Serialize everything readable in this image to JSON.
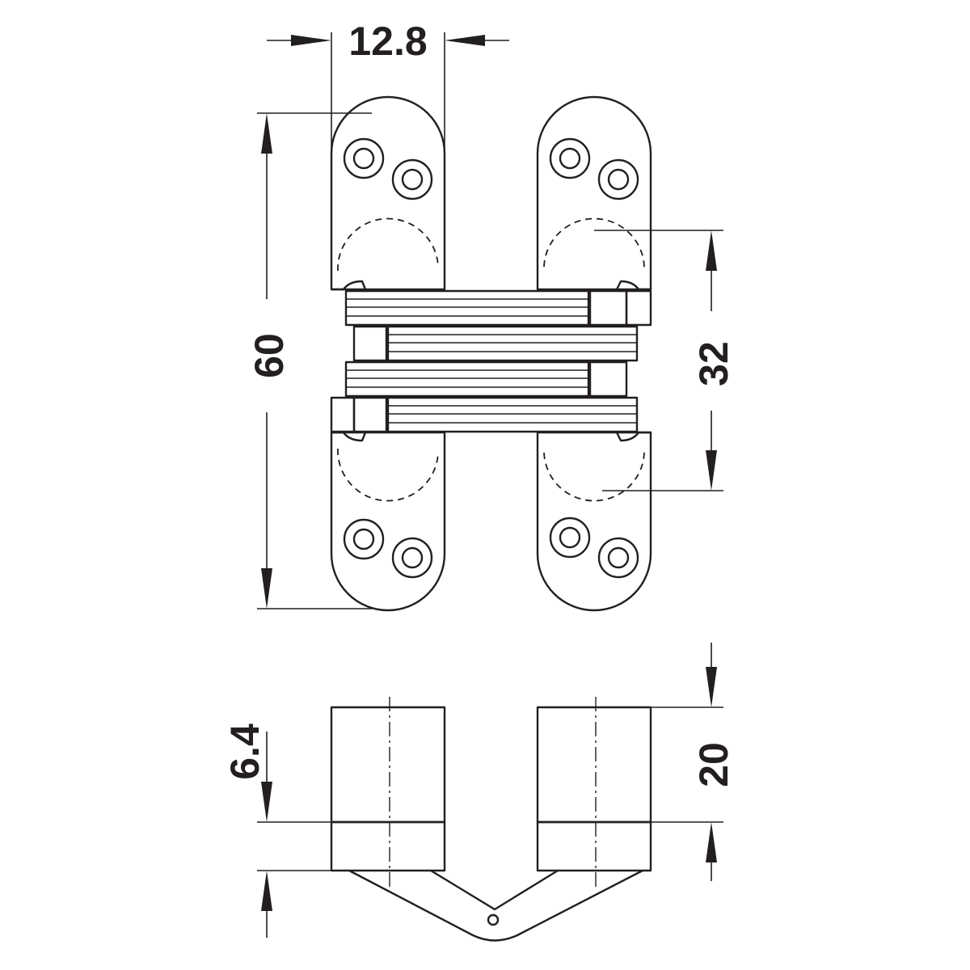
{
  "diagram": {
    "dimensions": {
      "width_top": "12.8",
      "height_overall": "60",
      "screw_spacing": "32",
      "body_depth": "20",
      "offset": "6.4"
    }
  }
}
